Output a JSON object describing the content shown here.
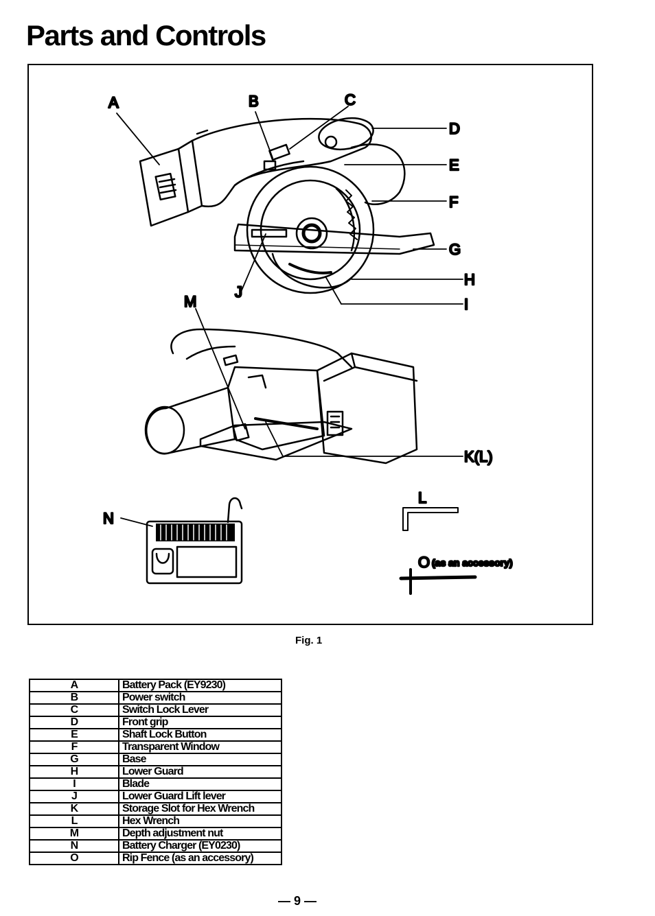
{
  "page": {
    "title": "Parts and Controls",
    "figure_caption": "Fig. 1",
    "page_number": "— 9 —"
  },
  "figure_labels": {
    "A": "A",
    "B": "B",
    "C": "C",
    "D": "D",
    "E": "E",
    "F": "F",
    "G": "G",
    "H": "H",
    "I": "I",
    "J": "J",
    "M": "M",
    "KL": "K(L)",
    "N": "N",
    "L": "L",
    "O": "O",
    "O_note": "(as an accessory)"
  },
  "parts": [
    {
      "code": "A",
      "name": "Battery Pack (EY9230)"
    },
    {
      "code": "B",
      "name": "Power switch"
    },
    {
      "code": "C",
      "name": "Switch Lock Lever"
    },
    {
      "code": "D",
      "name": "Front grip"
    },
    {
      "code": "E",
      "name": "Shaft Lock Button"
    },
    {
      "code": "F",
      "name": "Transparent Window"
    },
    {
      "code": "G",
      "name": "Base"
    },
    {
      "code": "H",
      "name": "Lower Guard"
    },
    {
      "code": "I",
      "name": "Blade"
    },
    {
      "code": "J",
      "name": "Lower Guard Lift lever"
    },
    {
      "code": "K",
      "name": "Storage Slot for Hex Wrench"
    },
    {
      "code": "L",
      "name": "Hex Wrench"
    },
    {
      "code": "M",
      "name": "Depth adjustment nut"
    },
    {
      "code": "N",
      "name": "Battery Charger (EY0230)"
    },
    {
      "code": "O",
      "name": "Rip Fence (as an accessory)"
    }
  ]
}
